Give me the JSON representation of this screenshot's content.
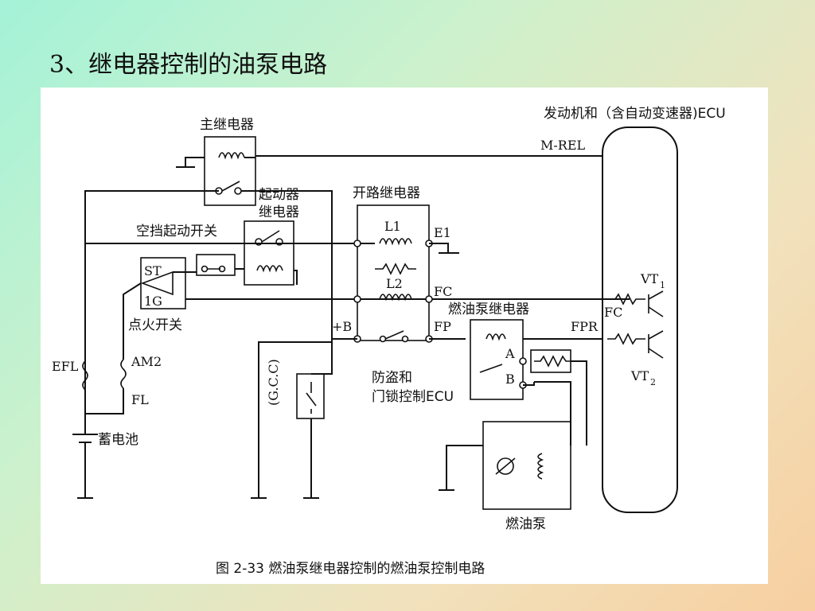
{
  "slide": {
    "title": "3、继电器控制的油泵电路"
  },
  "diagram": {
    "labels": {
      "main_relay": "主继电器",
      "ecu": "发动机和（含自动变速器)ECU",
      "m_rel": "M-REL",
      "starter_relay": "起动器继电器",
      "starter_relay_line1": "起动器",
      "starter_relay_line2": "继电器",
      "circuit_opening_relay": "开路继电器",
      "neutral_start_switch": "空挡起动开关",
      "l1": "L1",
      "e1": "E1",
      "l2": "L2",
      "fc": "FC",
      "vt1": "VT",
      "vt1_sub": "1",
      "vt2": "VT",
      "vt2_sub": "2",
      "ecu_fc": "FC",
      "st": "ST",
      "ig": "1G",
      "ignition_switch": "点火开关",
      "fuel_pump_relay": "燃油泵继电器",
      "plus_b": "+B",
      "fp": "FP",
      "fpr": "FPR",
      "efl": "EFL",
      "am2": "AM2",
      "fl": "FL",
      "gcc": "(G.C.C)",
      "anti_theft_ecu_line1": "防盗和",
      "anti_theft_ecu_line2": "门锁控制ECU",
      "contact_a": "A",
      "contact_b": "B",
      "battery": "蓄电池",
      "fuel_pump": "燃油泵",
      "caption": "图 2-33   燃油泵继电器控制的燃油泵控制电路"
    }
  }
}
